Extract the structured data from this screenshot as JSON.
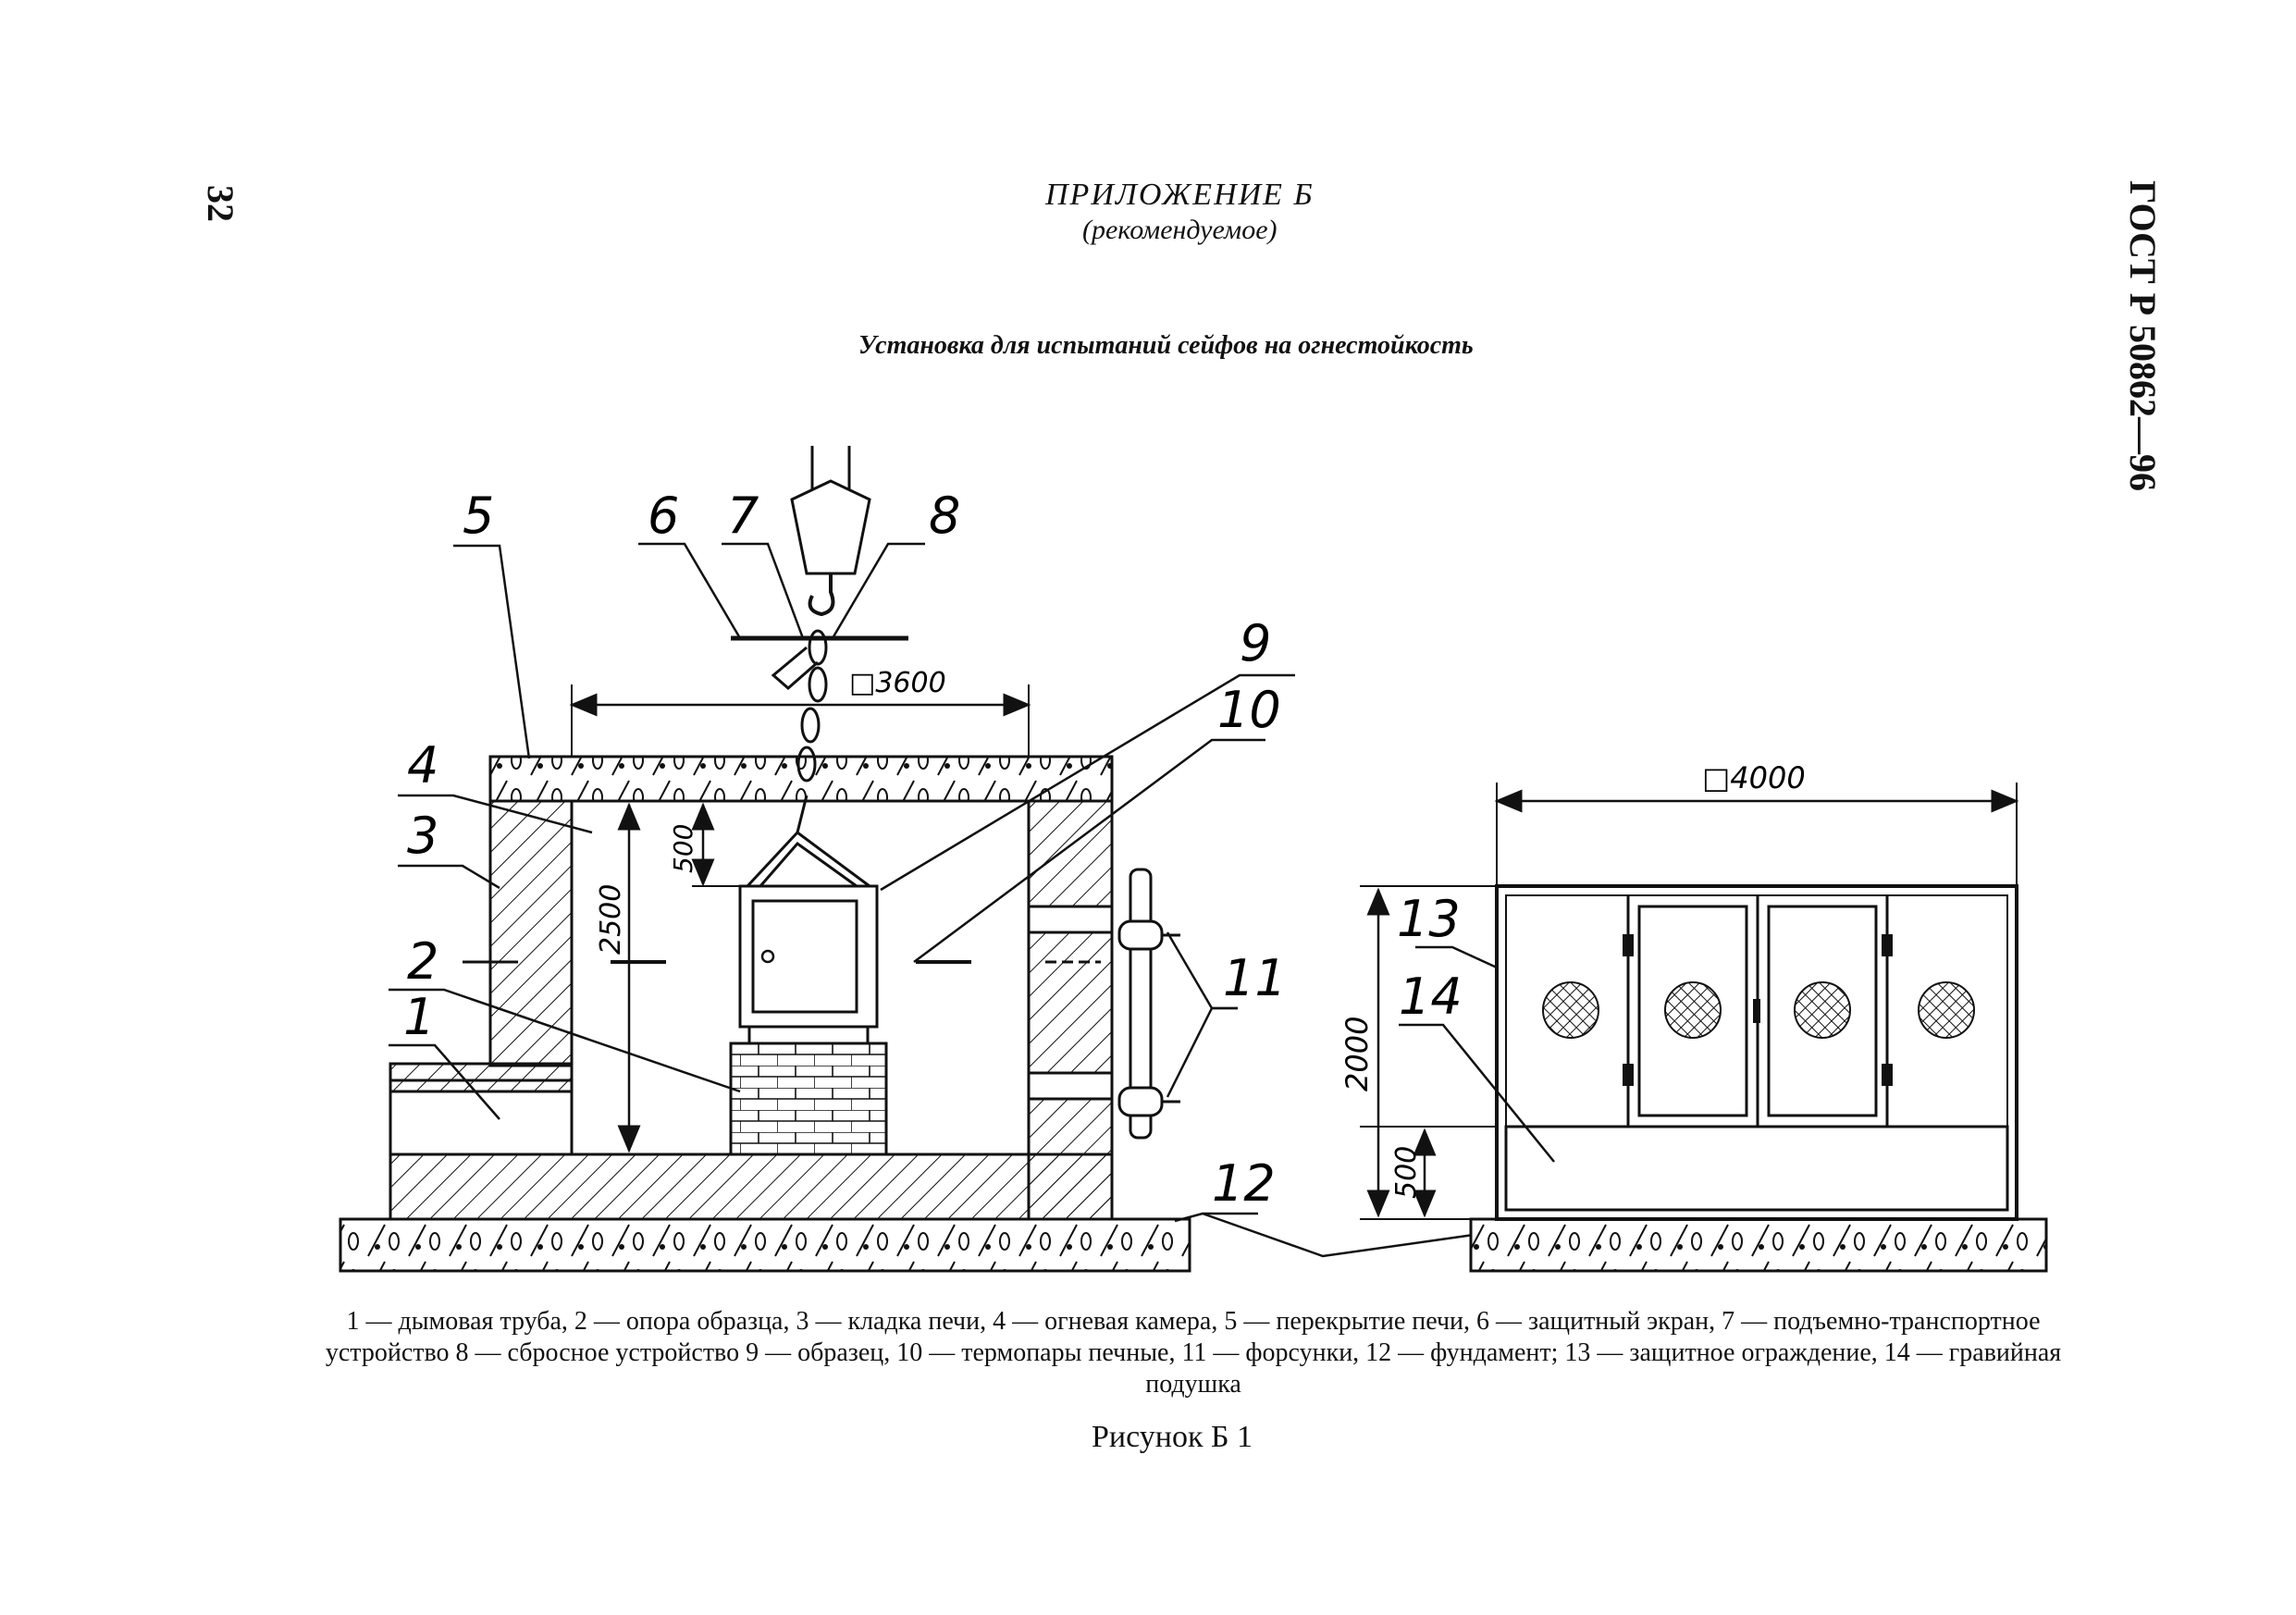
{
  "header": {
    "page_number": "32",
    "gost_code": "ГОСТ Р 50862—96",
    "appendix_title": "ПРИЛОЖЕНИЕ Б",
    "appendix_subtitle": "(рекомендуемое)",
    "figure_heading": "Установка для испытаний сейфов на огнестойкость"
  },
  "drawing": {
    "callouts": [
      "1",
      "2",
      "3",
      "4",
      "5",
      "6",
      "7",
      "8",
      "9",
      "10",
      "11",
      "12",
      "13",
      "14"
    ],
    "dimensions": {
      "chamber_width": "□3600",
      "height_2500": "2500",
      "gap_500": "500",
      "enclosure_width": "□4000",
      "height_2000": "2000",
      "base_500": "500"
    }
  },
  "caption": {
    "text": "1 — дымовая труба, 2 — опора образца, 3 — кладка печи, 4 — огневая камера, 5 — перекрытие печи, 6 — защитный экран, 7 — подъемно-транспортное устройство 8 — сбросное устройство 9 — образец, 10 — термопары печные, 11 — форсунки, 12 — фундамент; 13 — защитное ограждение, 14 — гравийная подушка"
  },
  "figure_label": "Рисунок Б 1"
}
